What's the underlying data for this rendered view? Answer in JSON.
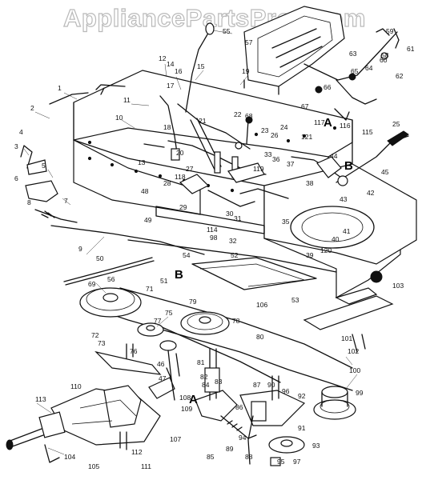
{
  "watermark": "AppliancePartsPros.com",
  "callouts": {
    "A_upper": "A",
    "A_lower": "A",
    "B_right": "B",
    "B_left": "B"
  },
  "part_numbers": [
    {
      "id": "1"
    },
    {
      "id": "2"
    },
    {
      "id": "3"
    },
    {
      "id": "4"
    },
    {
      "id": "5"
    },
    {
      "id": "6"
    },
    {
      "id": "7"
    },
    {
      "id": "8"
    },
    {
      "id": "9"
    },
    {
      "id": "10"
    },
    {
      "id": "11"
    },
    {
      "id": "12"
    },
    {
      "id": "13"
    },
    {
      "id": "14"
    },
    {
      "id": "15"
    },
    {
      "id": "16"
    },
    {
      "id": "17"
    },
    {
      "id": "18"
    },
    {
      "id": "19"
    },
    {
      "id": "20"
    },
    {
      "id": "21"
    },
    {
      "id": "22"
    },
    {
      "id": "23"
    },
    {
      "id": "24"
    },
    {
      "id": "25"
    },
    {
      "id": "26"
    },
    {
      "id": "27"
    },
    {
      "id": "28"
    },
    {
      "id": "29"
    },
    {
      "id": "30"
    },
    {
      "id": "31"
    },
    {
      "id": "32"
    },
    {
      "id": "33"
    },
    {
      "id": "35"
    },
    {
      "id": "36"
    },
    {
      "id": "37"
    },
    {
      "id": "38"
    },
    {
      "id": "39"
    },
    {
      "id": "40"
    },
    {
      "id": "41"
    },
    {
      "id": "42"
    },
    {
      "id": "43"
    },
    {
      "id": "44"
    },
    {
      "id": "45"
    },
    {
      "id": "46"
    },
    {
      "id": "47"
    },
    {
      "id": "48"
    },
    {
      "id": "49"
    },
    {
      "id": "50"
    },
    {
      "id": "51"
    },
    {
      "id": "52"
    },
    {
      "id": "53"
    },
    {
      "id": "54"
    },
    {
      "id": "55"
    },
    {
      "id": "56"
    },
    {
      "id": "57"
    },
    {
      "id": "58"
    },
    {
      "id": "59"
    },
    {
      "id": "60"
    },
    {
      "id": "61"
    },
    {
      "id": "62"
    },
    {
      "id": "63"
    },
    {
      "id": "64"
    },
    {
      "id": "65"
    },
    {
      "id": "66"
    },
    {
      "id": "67"
    },
    {
      "id": "68"
    },
    {
      "id": "69"
    },
    {
      "id": "71"
    },
    {
      "id": "72"
    },
    {
      "id": "73"
    },
    {
      "id": "75"
    },
    {
      "id": "76"
    },
    {
      "id": "77"
    },
    {
      "id": "78"
    },
    {
      "id": "79"
    },
    {
      "id": "80"
    },
    {
      "id": "81"
    },
    {
      "id": "82"
    },
    {
      "id": "83"
    },
    {
      "id": "84"
    },
    {
      "id": "85"
    },
    {
      "id": "86"
    },
    {
      "id": "87"
    },
    {
      "id": "88"
    },
    {
      "id": "89"
    },
    {
      "id": "90"
    },
    {
      "id": "91"
    },
    {
      "id": "92"
    },
    {
      "id": "93"
    },
    {
      "id": "94"
    },
    {
      "id": "95"
    },
    {
      "id": "96"
    },
    {
      "id": "97"
    },
    {
      "id": "98"
    },
    {
      "id": "99"
    },
    {
      "id": "100"
    },
    {
      "id": "101"
    },
    {
      "id": "102"
    },
    {
      "id": "103"
    },
    {
      "id": "104"
    },
    {
      "id": "105"
    },
    {
      "id": "106"
    },
    {
      "id": "107"
    },
    {
      "id": "108"
    },
    {
      "id": "109"
    },
    {
      "id": "110"
    },
    {
      "id": "111"
    },
    {
      "id": "112"
    },
    {
      "id": "113"
    },
    {
      "id": "114"
    },
    {
      "id": "115"
    },
    {
      "id": "116"
    },
    {
      "id": "117"
    },
    {
      "id": "118"
    },
    {
      "id": "119"
    },
    {
      "id": "120"
    },
    {
      "id": "121"
    }
  ]
}
